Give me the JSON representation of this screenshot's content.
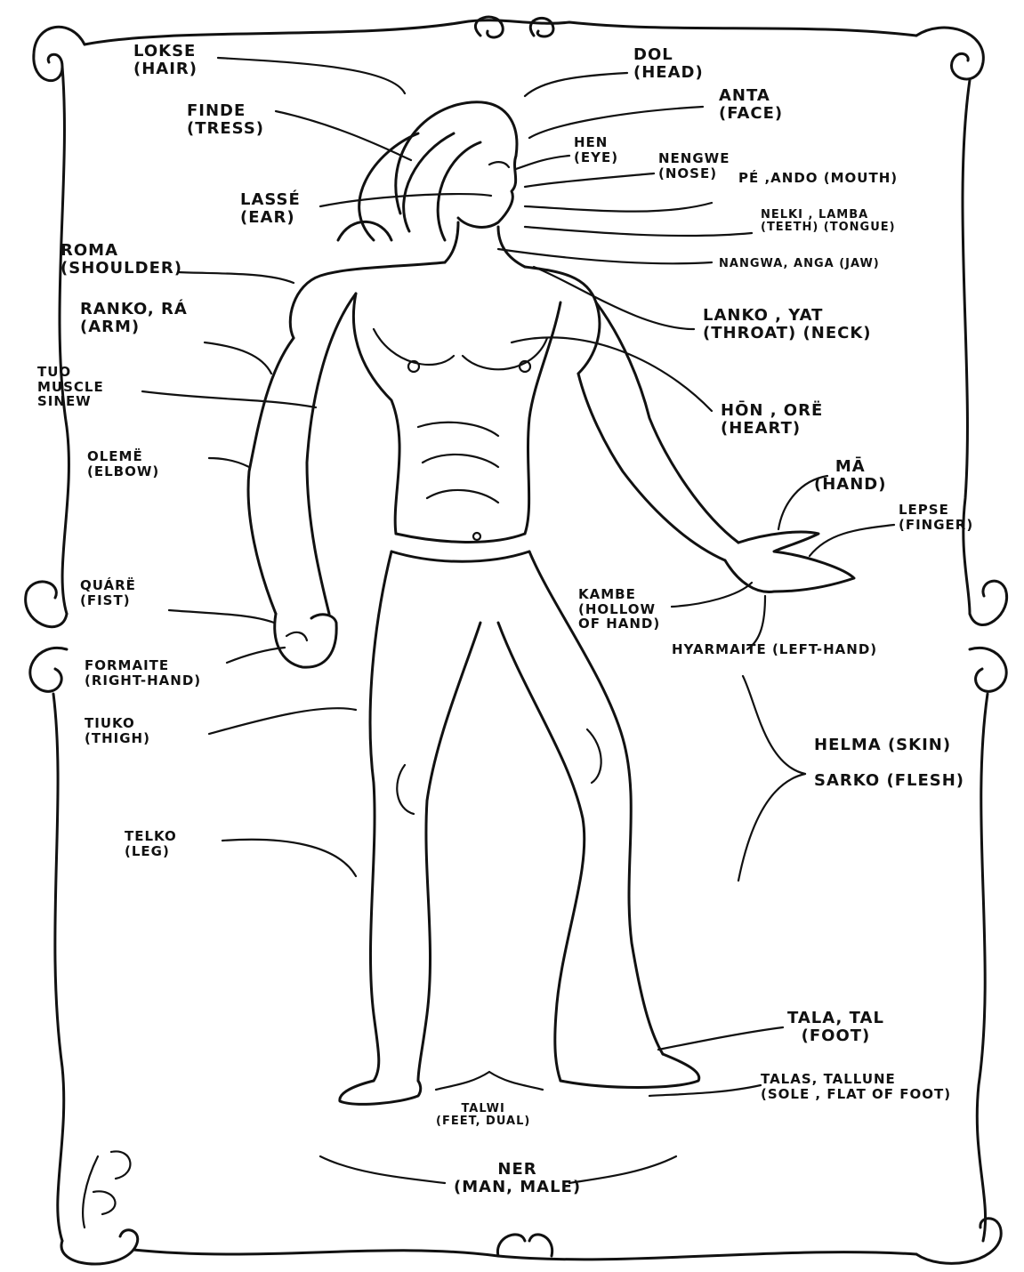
{
  "labels": {
    "hair": {
      "word": "LOKSE",
      "gloss": "(HAIR)"
    },
    "head": {
      "word": "DOL",
      "gloss": "(HEAD)"
    },
    "face": {
      "word": "ANTA",
      "gloss": "(FACE)"
    },
    "tress": {
      "word": "FINDE",
      "gloss": "(TRESS)"
    },
    "eye": {
      "word": "HEN",
      "gloss": "(EYE)"
    },
    "nose": {
      "word": "NENGWE",
      "gloss": "(NOSE)"
    },
    "mouth": {
      "text": "PÉ ,ANDO (MOUTH)"
    },
    "ear": {
      "word": "LASSÉ",
      "gloss": "(EAR)"
    },
    "teeth_tongue": {
      "line1": "NELKI , LAMBA",
      "line2": "(TEETH) (TONGUE)"
    },
    "shoulder": {
      "word": "ROMA",
      "gloss": "(SHOULDER)"
    },
    "jaw": {
      "text": "NANGWA, ANGA (JAW)"
    },
    "arm": {
      "word": "RANKO, RÁ",
      "gloss": "(ARM)"
    },
    "neck": {
      "line1": "LANKO , YAT",
      "line2": "(THROAT) (NECK)"
    },
    "muscle": {
      "word": "TUO",
      "gloss1": "MUSCLE",
      "gloss2": "SINEW"
    },
    "heart": {
      "word": "HŌN , ORË",
      "gloss": "(HEART)"
    },
    "elbow": {
      "word": "OLEMË",
      "gloss": "(ELBOW)"
    },
    "hand": {
      "word": "MĀ",
      "gloss": "(HAND)"
    },
    "finger": {
      "word": "LEPSE",
      "gloss": "(FINGER)"
    },
    "fist": {
      "word": "QUÁRË",
      "gloss": "(FIST)"
    },
    "hollow": {
      "word": "KAMBE",
      "gloss1": "(HOLLOW",
      "gloss2": "OF HAND)"
    },
    "left_hand": {
      "text": "HYARMAITE (LEFT-HAND)"
    },
    "right_hand": {
      "word": "FORMAITE",
      "gloss": "(RIGHT-HAND)"
    },
    "thigh": {
      "word": "TIUKO",
      "gloss": "(THIGH)"
    },
    "skin": {
      "text": "HELMA (SKIN)"
    },
    "flesh": {
      "text": "SARKO (FLESH)"
    },
    "leg": {
      "word": "TELKO",
      "gloss": "(LEG)"
    },
    "foot": {
      "word": "TALA, TAL",
      "gloss": "(FOOT)"
    },
    "sole": {
      "word": "TALAS, TALLUNE",
      "gloss": "(SOLE , FLAT OF FOOT)"
    },
    "feet": {
      "word": "TALWI",
      "gloss": "(FEET, DUAL)"
    },
    "man": {
      "word": "NER",
      "gloss": "(MAN, MALE)"
    }
  }
}
